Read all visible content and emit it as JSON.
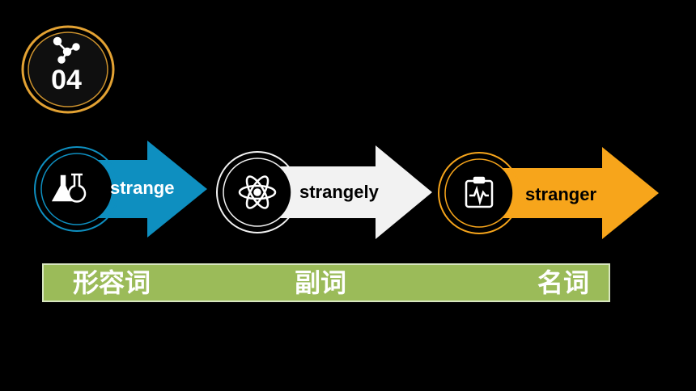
{
  "badge": {
    "number": "04",
    "icon": "molecule-icon"
  },
  "steps": [
    {
      "word": "strange",
      "icon": "flask-icon",
      "color": "#0e8fc0"
    },
    {
      "word": "strangely",
      "icon": "atom-icon",
      "color": "#f2f2f2"
    },
    {
      "word": "stranger",
      "icon": "clipboard-pulse-icon",
      "color": "#f7a51b"
    }
  ],
  "parts_of_speech": [
    "形容词",
    "副词",
    "名词"
  ],
  "colors": {
    "badge_ring": "#e3a233",
    "bar": "#9bbb59",
    "background": "#000000"
  }
}
